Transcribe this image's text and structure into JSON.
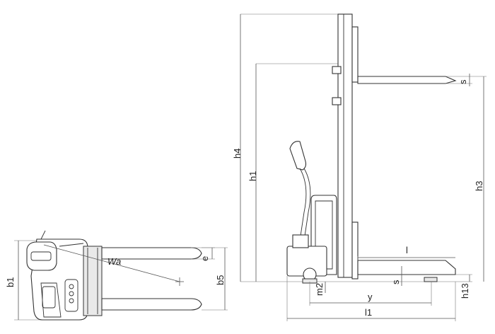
{
  "labels": {
    "b1": "b1",
    "wa": "Wa",
    "e": "e",
    "b5": "b5",
    "h4": "h4",
    "h1": "h1",
    "h3": "h3",
    "s_top": "s",
    "l": "l",
    "s_bottom": "s",
    "m2": "m2",
    "y": "y",
    "l1": "l1",
    "h13": "h13"
  }
}
